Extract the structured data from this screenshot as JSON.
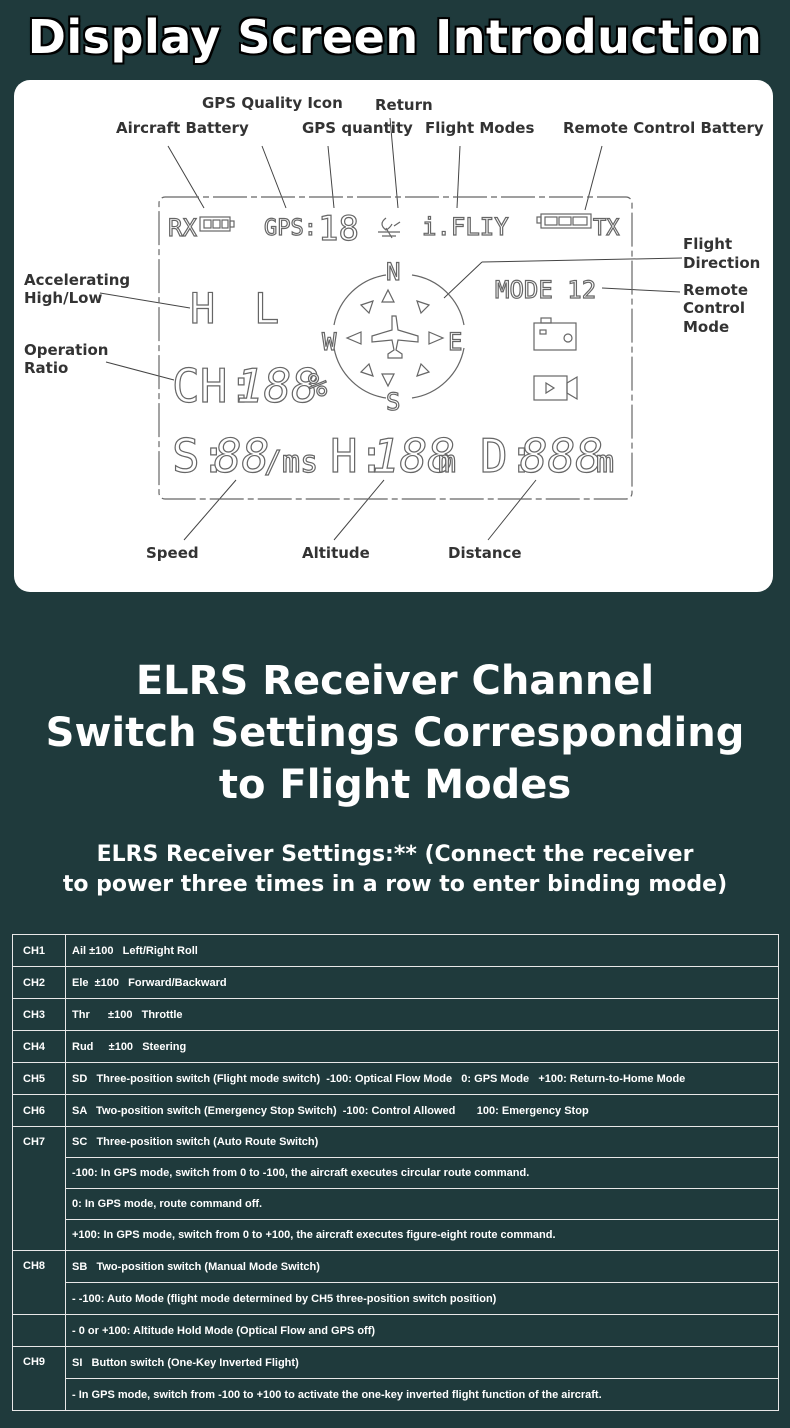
{
  "title": "Display Screen Introduction",
  "diagram": {
    "labels": {
      "gps_quality_icon": "GPS Quality Icon",
      "return": "Return",
      "aircraft_battery": "Aircraft Battery",
      "gps_quantity": "GPS quantity",
      "flight_modes": "Flight Modes",
      "remote_control_battery": "Remote Control Battery",
      "flight_direction_1": "Flight",
      "flight_direction_2": "Direction",
      "accelerating_1": "Accelerating",
      "accelerating_2": "High/Low",
      "remote_control_mode_1": "Remote",
      "remote_control_mode_2": "Control",
      "remote_control_mode_3": "Mode",
      "operation_ratio_1": "Operation",
      "operation_ratio_2": "Ratio",
      "speed": "Speed",
      "altitude": "Altitude",
      "distance": "Distance"
    },
    "lcd": {
      "rx": "RX",
      "gps": "GPS:",
      "gps_digits": "18",
      "flight_mode": "i.FLIY",
      "tx": "TX",
      "h": "H",
      "l": "L",
      "mode": "MODE 12",
      "ch": "CH:",
      "ch_digits": "188",
      "percent": "%",
      "n": "N",
      "s": "S",
      "e": "E",
      "w": "W",
      "speed_prefix": "S:",
      "speed_digits": "88",
      "speed_unit": "/ms",
      "alt_prefix": "H:",
      "alt_digits": "188",
      "alt_unit": "m",
      "dist_prefix": "D:",
      "dist_digits": "888",
      "dist_unit": "m"
    }
  },
  "heading": {
    "line1": "ELRS Receiver Channel",
    "line2": "Switch Settings Corresponding",
    "line3": "to Flight Modes"
  },
  "subheading": {
    "line1": "ELRS Receiver Settings:** (Connect the receiver",
    "line2": "to power three times in a row to enter binding mode)"
  },
  "table": {
    "rows": [
      {
        "ch": "CH1",
        "text": "Ail ±100   Left/Right Roll"
      },
      {
        "ch": "CH2",
        "text": "Ele  ±100   Forward/Backward"
      },
      {
        "ch": "CH3",
        "text": "Thr      ±100   Throttle"
      },
      {
        "ch": "CH4",
        "text": "Rud     ±100   Steering"
      },
      {
        "ch": "CH5",
        "text": "SD   Three-position switch (Flight mode switch)  -100: Optical Flow Mode   0: GPS Mode   +100: Return-to-Home Mode"
      },
      {
        "ch": "CH6",
        "text": "SA   Two-position switch (Emergency Stop Switch)  -100: Control Allowed       100: Emergency Stop"
      },
      {
        "ch": "CH7",
        "text": "SC   Three-position switch (Auto Route Switch)"
      },
      {
        "ch": "",
        "text": "-100: In GPS mode, switch from 0 to -100, the aircraft executes circular route command."
      },
      {
        "ch": "",
        "text": "0: In GPS mode, route command off."
      },
      {
        "ch": "",
        "text": "+100: In GPS mode, switch from 0 to +100, the aircraft executes figure-eight route command."
      },
      {
        "ch": "CH8",
        "text": "SB   Two-position switch (Manual Mode Switch)"
      },
      {
        "ch": "",
        "text": "- -100: Auto Mode (flight mode determined by CH5 three-position switch position)"
      },
      {
        "ch": "",
        "text": "- 0 or +100: Altitude Hold Mode (Optical Flow and GPS off)"
      },
      {
        "ch": "CH9",
        "text": "SI   Button switch (One-Key Inverted Flight)"
      },
      {
        "ch": "",
        "text": "- In GPS mode, switch from -100 to +100 to activate the one-key inverted flight function of the aircraft."
      }
    ]
  }
}
